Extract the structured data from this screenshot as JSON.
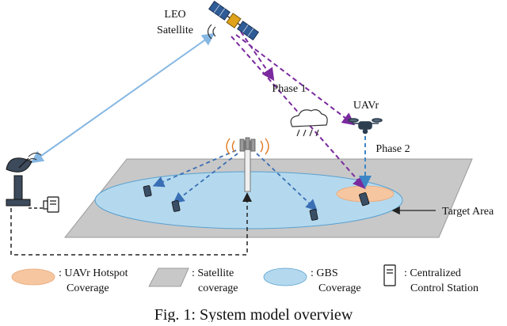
{
  "labels": {
    "leo_line1": "LEO",
    "leo_line2": "Satellite",
    "phase1": "Phase 1",
    "phase2": "Phase 2",
    "uavr": "UAVr",
    "target_area": "Target Area"
  },
  "legend": {
    "uavr_line1": ": UAVr Hotspot",
    "uavr_line2": "Coverage",
    "sat_line1": ": Satellite",
    "sat_line2": "coverage",
    "gbs_line1": ": GBS",
    "gbs_line2": "Coverage",
    "ccs_line1": ": Centralized",
    "ccs_line2": "Control Station"
  },
  "caption": "Fig. 1: System model overview",
  "colors": {
    "satellite_plane": "#c8c8c8",
    "gbs_coverage": "#b4d9ee",
    "uavr_hotspot": "#f5c6a0",
    "phase1_link": "#7a2a9e",
    "phase2_link": "#3d86c6",
    "gbs_link": "#3a6fb5",
    "satellite_ground_link": "#86b7e3"
  },
  "icons": {
    "satellite": "satellite-icon",
    "cloud": "rain-cloud-icon",
    "drone": "drone-icon",
    "tower": "cell-tower-icon",
    "dish": "satellite-dish-icon",
    "station": "control-station-icon",
    "phone": "phone-icon"
  }
}
